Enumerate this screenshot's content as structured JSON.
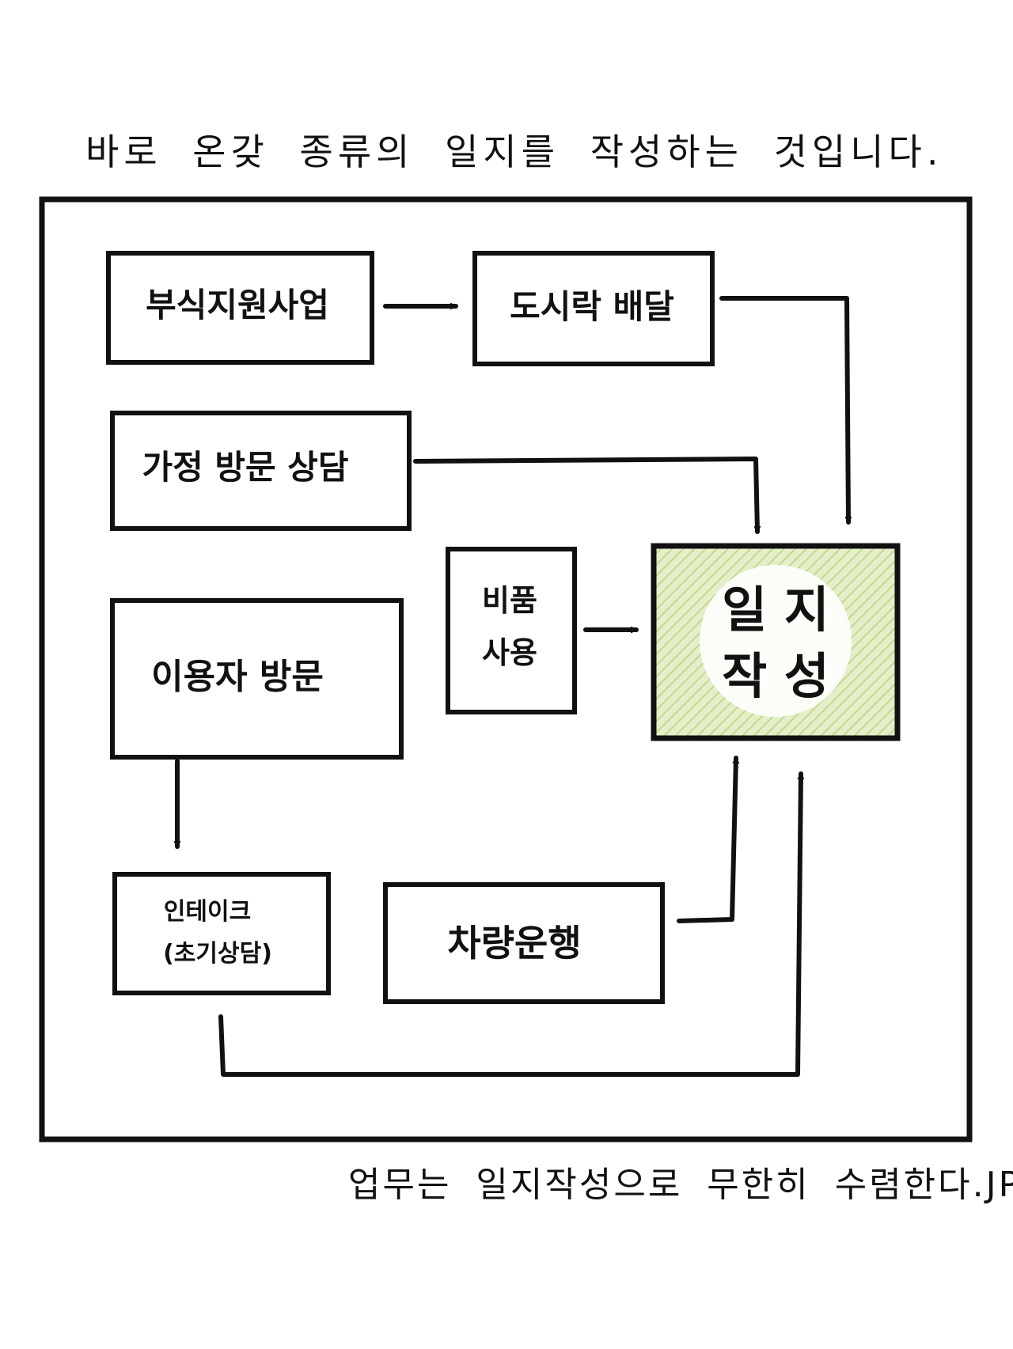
{
  "heading": "바로 온갖 종류의 일지를 작성하는 것입니다.",
  "caption": "업무는 일지작성으로 무한히 수렴한다.JPG",
  "colors": {
    "ink": "#111111",
    "paper": "#ffffff",
    "highlight_fill": "#e4efc9",
    "highlight_stripe": "#c2d88f"
  },
  "nodes": {
    "meal_support": "부식지원사업",
    "lunchbox_delivery": "도시락 배달",
    "home_visit_counseling": "가정 방문 상담",
    "user_visit": "이용자 방문",
    "intake_line1": "인테이크",
    "intake_line2": "(초기상담)",
    "petty_cash_line1": "비품",
    "petty_cash_line2": "사용",
    "vehicle_operation": "차량운행",
    "log_writing_line1": "일 지",
    "log_writing_line2": "작 성"
  }
}
